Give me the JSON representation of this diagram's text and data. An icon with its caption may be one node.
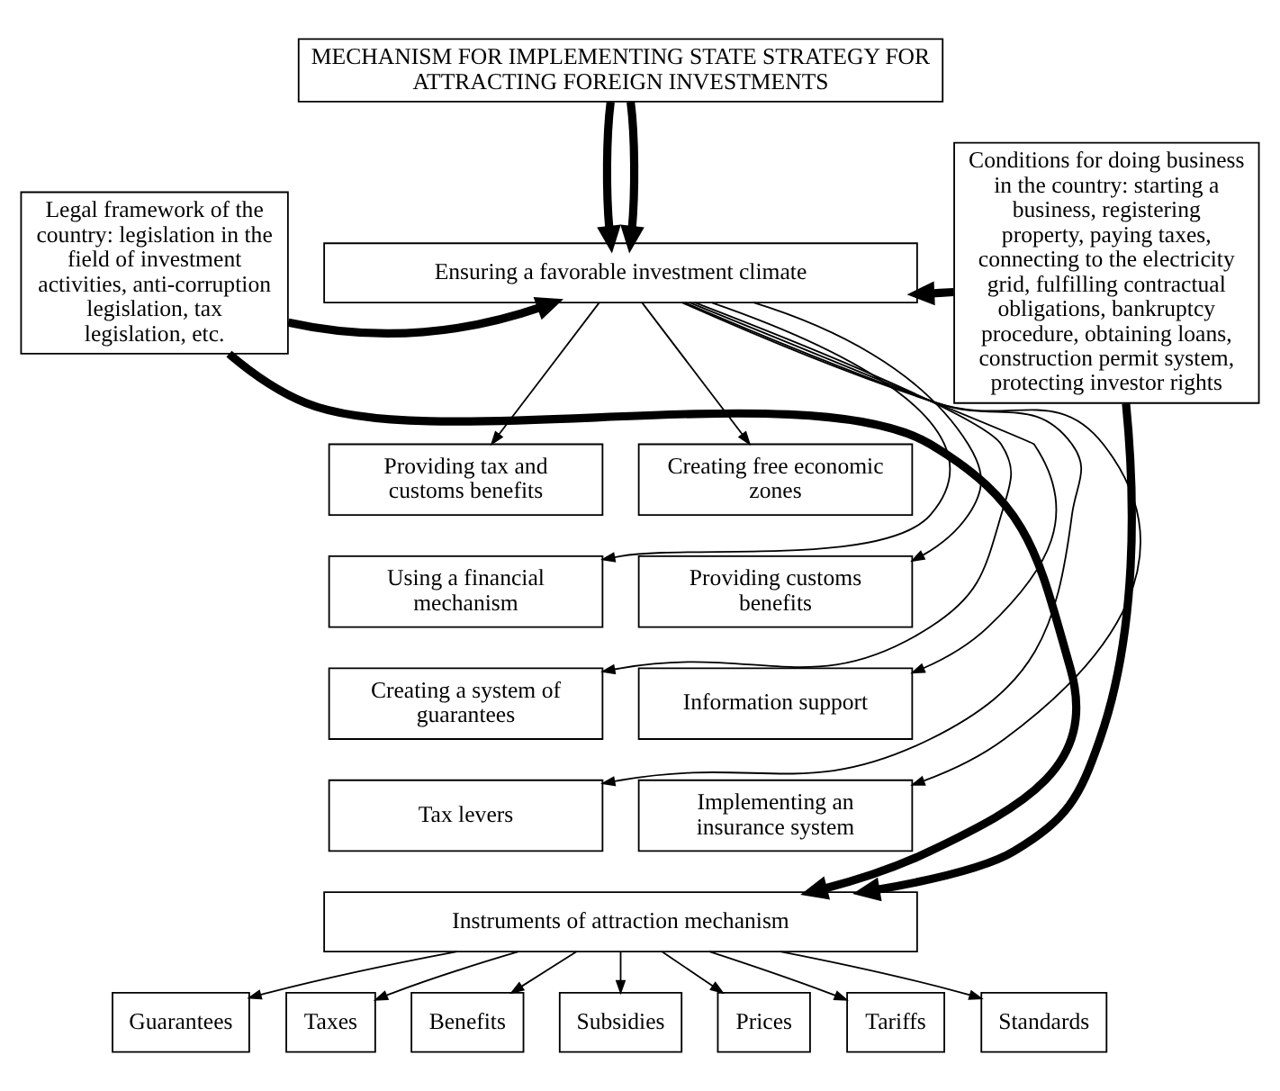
{
  "diagram": {
    "nodes": [
      {
        "text": [
          "MECHANISM FOR IMPLEMENTING STATE STRATEGY FOR ATTRACTING FOREIGN INVESTMENTS"
        ]
      },
      {
        "text": [
          "Ensuring a favorable investment climate"
        ]
      },
      {
        "text": [
          "Legal framework of the country: legislation in the field of investment activities, anti-corruption legislation, tax legislation, etc."
        ]
      },
      {
        "text": [
          "Conditions for doing business in the country: starting a business, registering property, paying taxes, connecting to the electricity grid, fulfilling contractual obligations, bankruptcy procedure, obtaining loans, construction permit system, protecting investor rights"
        ]
      },
      {
        "text": [
          "Providing tax and customs benefits"
        ]
      },
      {
        "text": [
          "Creating free economic zones"
        ]
      },
      {
        "text": [
          "Using a financial mechanism"
        ]
      },
      {
        "text": [
          "Providing customs benefits"
        ]
      },
      {
        "text": [
          "Creating a system of guarantees"
        ]
      },
      {
        "text": [
          "Information support"
        ]
      },
      {
        "text": [
          "Tax levers"
        ]
      },
      {
        "text": [
          "Implementing an insurance system"
        ]
      },
      {
        "text": [
          "Instruments of attraction mechanism"
        ]
      },
      {
        "text": [
          "Guarantees"
        ]
      },
      {
        "text": [
          "Taxes"
        ]
      },
      {
        "text": [
          "Benefits"
        ]
      },
      {
        "text": [
          "Subsidies"
        ]
      },
      {
        "text": [
          "Prices"
        ]
      },
      {
        "text": [
          "Tariffs"
        ]
      },
      {
        "text": [
          "Standards"
        ]
      }
    ],
    "edges": [
      {
        "from": 0,
        "to": 1,
        "arrow": "to",
        "style": "thick"
      },
      {
        "from": 0,
        "to": 1,
        "arrow": "to",
        "style": "thick"
      },
      {
        "from": 2,
        "to": 1,
        "arrow": "to",
        "style": "thick"
      },
      {
        "from": 3,
        "to": 1,
        "arrow": "to",
        "style": "thick"
      },
      {
        "from": 1,
        "to": 4,
        "arrow": "to"
      },
      {
        "from": 1,
        "to": 5,
        "arrow": "to"
      },
      {
        "from": 1,
        "to": 6,
        "arrow": "to"
      },
      {
        "from": 1,
        "to": 7,
        "arrow": "to"
      },
      {
        "from": 1,
        "to": 8,
        "arrow": "to"
      },
      {
        "from": 1,
        "to": 9,
        "arrow": "to"
      },
      {
        "from": 1,
        "to": 10,
        "arrow": "to"
      },
      {
        "from": 1,
        "to": 11,
        "arrow": "to"
      },
      {
        "from": 2,
        "to": 12,
        "arrow": "to",
        "style": "thick"
      },
      {
        "from": 3,
        "to": 12,
        "arrow": "to",
        "style": "thick"
      },
      {
        "from": 12,
        "to": 13,
        "arrow": "to"
      },
      {
        "from": 12,
        "to": 14,
        "arrow": "to"
      },
      {
        "from": 12,
        "to": 15,
        "arrow": "to"
      },
      {
        "from": 12,
        "to": 16,
        "arrow": "to"
      },
      {
        "from": 12,
        "to": 17,
        "arrow": "to"
      },
      {
        "from": 12,
        "to": 18,
        "arrow": "to"
      },
      {
        "from": 12,
        "to": 19,
        "arrow": "to"
      }
    ]
  }
}
